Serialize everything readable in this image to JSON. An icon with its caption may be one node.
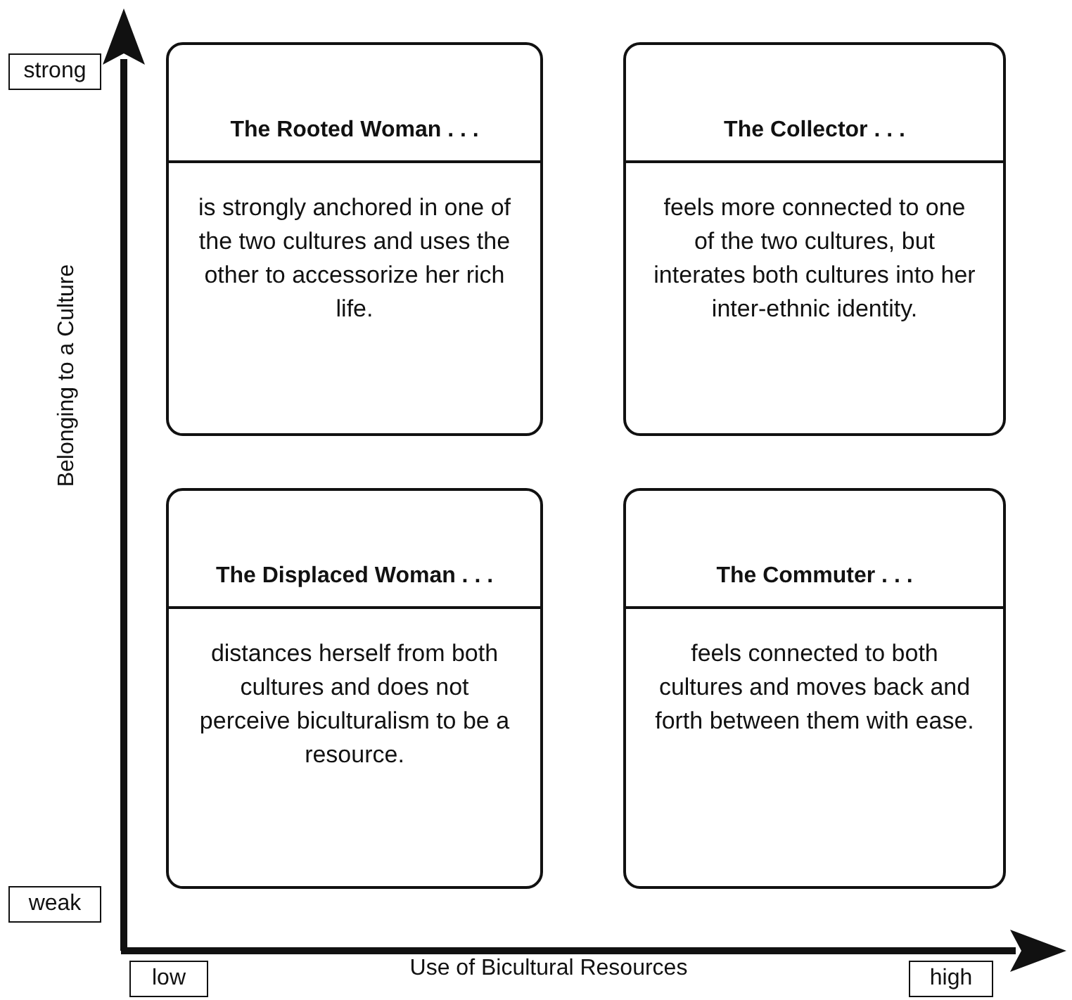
{
  "diagram": {
    "nodes": [
      {
        "text": [
          "The Rooted Woman . . .",
          "is strongly anchored in one of the two cultures and uses the other to accessorize her rich life."
        ]
      },
      {
        "text": [
          "The Collector . . .",
          "feels more connected to one of the two cultures, but interates both cultures into her inter-ethnic identity."
        ]
      },
      {
        "text": [
          "The Displaced Woman . . .",
          "distances herself from both cultures and does not perceive biculturalism to be a resource."
        ]
      },
      {
        "text": [
          "The Commuter . . .",
          "feels connected to both cultures and moves back and forth between them with ease."
        ]
      }
    ],
    "labels": [
      "strong",
      "Belonging to a Culture",
      "weak",
      "low",
      "Use of Bicultural Resources",
      "high"
    ]
  }
}
